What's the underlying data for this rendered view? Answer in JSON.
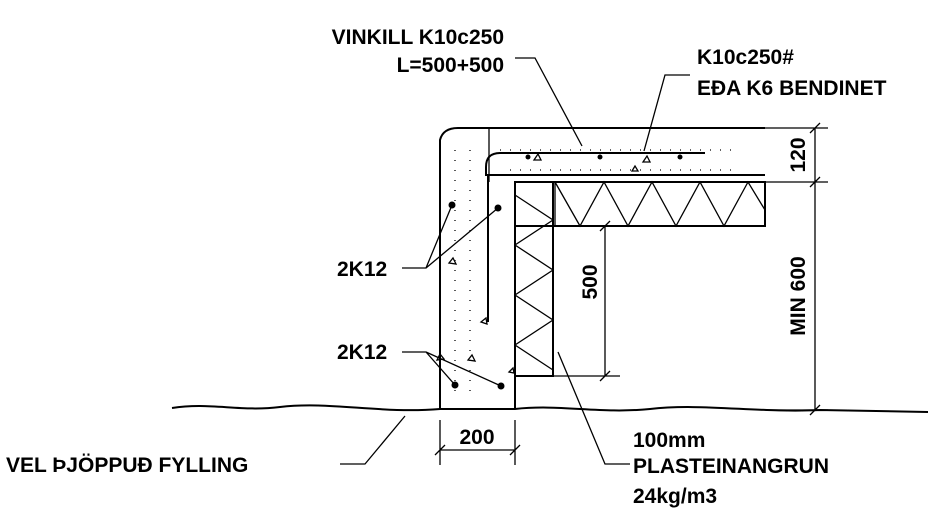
{
  "labels": {
    "bar_corner_1": "VINKILL K10c250",
    "bar_corner_2": "L=500+500",
    "mesh_1": "K10c250#",
    "mesh_2": "EÐA K6 BENDINET",
    "rebar_upper": "2K12",
    "rebar_lower": "2K12",
    "dim_top_slab": "120",
    "dim_depth": "MIN 600",
    "dim_insulation": "500",
    "dim_wall": "200",
    "fill": "VEL ÞJÖPPUÐ FYLLING",
    "insulation_1": "100mm",
    "insulation_2": "PLASTEINANGRUN",
    "insulation_3": "24kg/m3"
  },
  "colors": {
    "ink": "#000000",
    "background": "#ffffff"
  }
}
